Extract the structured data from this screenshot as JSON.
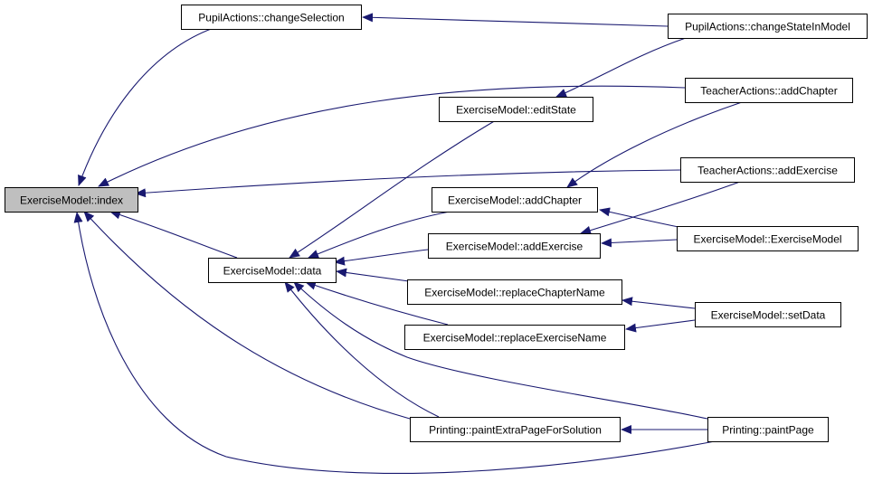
{
  "colors": {
    "edge": "#191970",
    "node_fill": "#ffffff",
    "focus_fill": "#bfbfbf",
    "node_border": "#000000"
  },
  "nodes": [
    {
      "id": "index",
      "label": "ExerciseModel::index",
      "focus": true
    },
    {
      "id": "changeSelection",
      "label": "PupilActions::changeSelection"
    },
    {
      "id": "changeStateInModel",
      "label": "PupilActions::changeStateInModel"
    },
    {
      "id": "editState",
      "label": "ExerciseModel::editState"
    },
    {
      "id": "teacherAddChapter",
      "label": "TeacherActions::addChapter"
    },
    {
      "id": "teacherAddExercise",
      "label": "TeacherActions::addExercise"
    },
    {
      "id": "addChapter",
      "label": "ExerciseModel::addChapter"
    },
    {
      "id": "addExercise",
      "label": "ExerciseModel::addExercise"
    },
    {
      "id": "exerciseModel",
      "label": "ExerciseModel::ExerciseModel"
    },
    {
      "id": "data",
      "label": "ExerciseModel::data"
    },
    {
      "id": "replaceChapterName",
      "label": "ExerciseModel::replaceChapterName"
    },
    {
      "id": "setData",
      "label": "ExerciseModel::setData"
    },
    {
      "id": "replaceExerciseName",
      "label": "ExerciseModel::replaceExerciseName"
    },
    {
      "id": "paintExtraPage",
      "label": "Printing::paintExtraPageForSolution"
    },
    {
      "id": "paintPage",
      "label": "Printing::paintPage"
    }
  ],
  "edges": [
    {
      "from": "changeSelection",
      "to": "index"
    },
    {
      "from": "changeStateInModel",
      "to": "changeSelection"
    },
    {
      "from": "changeStateInModel",
      "to": "editState"
    },
    {
      "from": "teacherAddChapter",
      "to": "index"
    },
    {
      "from": "teacherAddChapter",
      "to": "addChapter"
    },
    {
      "from": "teacherAddExercise",
      "to": "index"
    },
    {
      "from": "teacherAddExercise",
      "to": "addExercise"
    },
    {
      "from": "editState",
      "to": "data"
    },
    {
      "from": "addChapter",
      "to": "data"
    },
    {
      "from": "addExercise",
      "to": "data"
    },
    {
      "from": "exerciseModel",
      "to": "addChapter"
    },
    {
      "from": "exerciseModel",
      "to": "addExercise"
    },
    {
      "from": "data",
      "to": "index"
    },
    {
      "from": "replaceChapterName",
      "to": "data"
    },
    {
      "from": "replaceExerciseName",
      "to": "data"
    },
    {
      "from": "setData",
      "to": "replaceChapterName"
    },
    {
      "from": "setData",
      "to": "replaceExerciseName"
    },
    {
      "from": "paintExtraPage",
      "to": "index"
    },
    {
      "from": "paintExtraPage",
      "to": "data"
    },
    {
      "from": "paintPage",
      "to": "index"
    },
    {
      "from": "paintPage",
      "to": "data"
    },
    {
      "from": "paintPage",
      "to": "paintExtraPage"
    }
  ]
}
